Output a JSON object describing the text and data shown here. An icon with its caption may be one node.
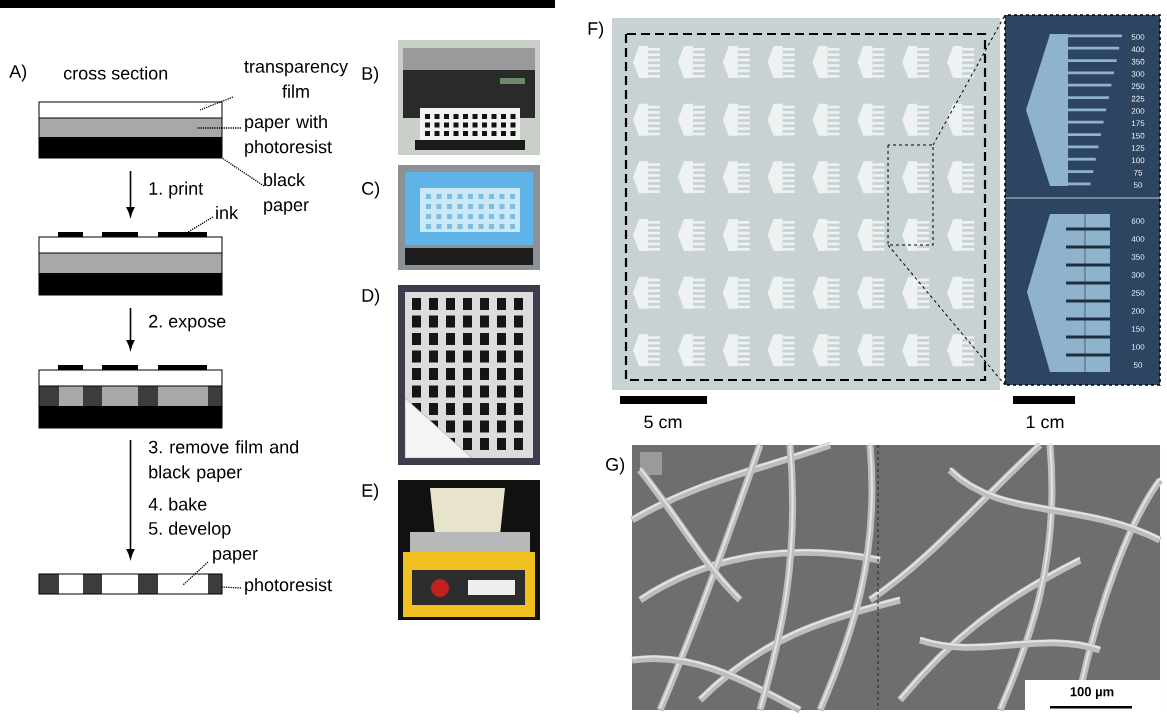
{
  "diagram": {
    "nodes": [
      {
        "text": [],
        "shape": "picture"
      },
      {
        "text": [],
        "shape": "picture"
      },
      {
        "text": [],
        "shape": "picture"
      },
      {
        "text": [],
        "shape": "picture"
      },
      {
        "text": [
          "transparency film"
        ]
      },
      {
        "text": [
          "paper with photoresist"
        ]
      },
      {
        "text": [
          "black paper"
        ]
      },
      {
        "text": [
          "ink"
        ]
      },
      {
        "text": [
          "paper"
        ]
      },
      {
        "text": [
          "photoresist"
        ]
      }
    ],
    "edges": [
      {
        "from": 0,
        "to": 1,
        "arrow": "to",
        "label": "1. print"
      },
      {
        "from": 1,
        "to": 2,
        "arrow": "to",
        "label": "2. expose"
      },
      {
        "from": 2,
        "to": 3,
        "arrow": "to",
        "label": "3. remove film and black paper"
      },
      {
        "from": 4,
        "to": 0,
        "arrow": "none",
        "style": "dashed"
      },
      {
        "from": 5,
        "to": 0,
        "arrow": "none",
        "style": "dashed"
      },
      {
        "from": 6,
        "to": 0,
        "arrow": "none",
        "style": "dashed"
      },
      {
        "from": 7,
        "to": 1,
        "arrow": "none",
        "style": "dashed"
      },
      {
        "from": 8,
        "to": 3,
        "arrow": "none",
        "style": "dashed"
      },
      {
        "from": 9,
        "to": 3,
        "arrow": "none",
        "style": "dashed"
      }
    ],
    "labels": [
      "A)",
      "cross section",
      "B)",
      "C)",
      "D)",
      "E)",
      "4. bake",
      "5. develop",
      "F)",
      "500",
      "400",
      "350",
      "300",
      "250",
      "225",
      "200",
      "175",
      "150",
      "125",
      "100",
      "75",
      "50",
      "600",
      "400",
      "350",
      "300",
      "250",
      "200",
      "150",
      "100",
      "50",
      "5 cm",
      "1 cm",
      "G)",
      "100 µm"
    ]
  }
}
